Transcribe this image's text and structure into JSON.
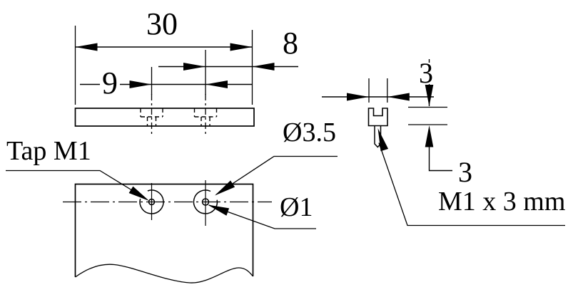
{
  "labels": {
    "dim_30": "30",
    "dim_8": "8",
    "dim_9": "9",
    "dim_3_top": "3",
    "dim_3_bottom": "3",
    "tap_m1": "Tap M1",
    "dia_3_5": "Ø3.5",
    "dia_1": "Ø1",
    "m1_x_3": "M1 x 3 mm"
  },
  "colors": {
    "line": "#000000",
    "background": "#ffffff"
  }
}
